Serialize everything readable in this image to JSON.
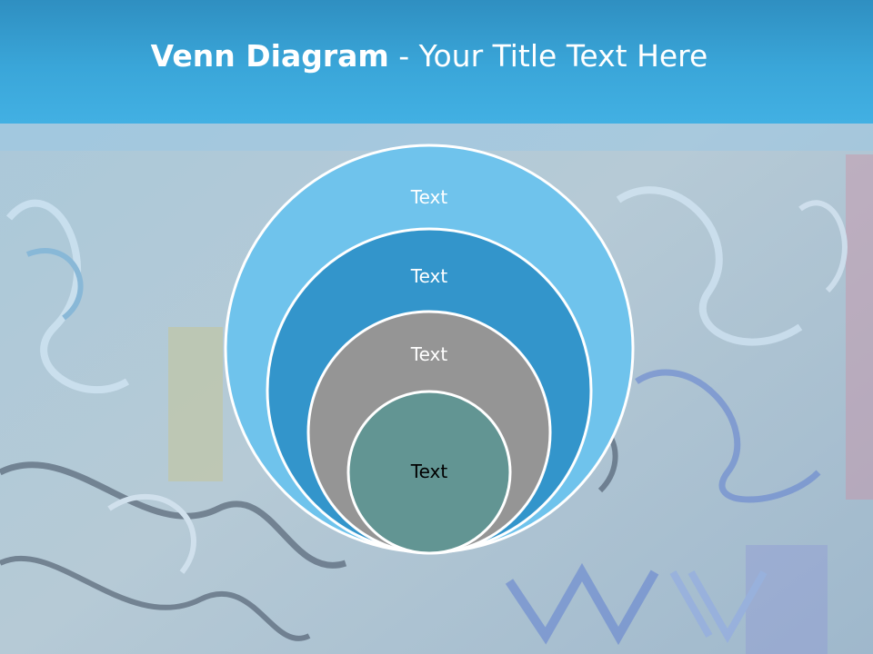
{
  "slide": {
    "title_bold": "Venn Diagram",
    "title_rest": " - Your Title Text Here"
  },
  "diagram": {
    "circles": [
      {
        "label": "Text",
        "fill": "#6fc3ec",
        "text_color": "#ffffff"
      },
      {
        "label": "Text",
        "fill": "#3395cb",
        "text_color": "#ffffff"
      },
      {
        "label": "Text",
        "fill": "#959595",
        "text_color": "#ffffff"
      },
      {
        "label": "Text",
        "fill": "#629593",
        "text_color": "#000000"
      }
    ]
  },
  "colors": {
    "header": "#3aa6d9",
    "circle_stroke": "#ffffff"
  }
}
